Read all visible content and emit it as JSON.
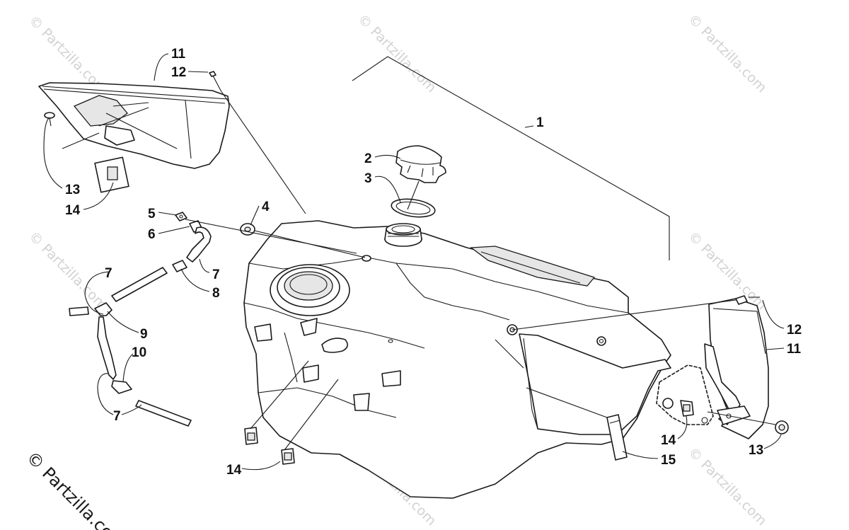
{
  "watermark": {
    "text": "© Partzilla.com"
  },
  "callouts": [
    {
      "id": "c1",
      "number": "1"
    },
    {
      "id": "c2",
      "number": "2"
    },
    {
      "id": "c3",
      "number": "3"
    },
    {
      "id": "c4",
      "number": "4"
    },
    {
      "id": "c5",
      "number": "5"
    },
    {
      "id": "c6",
      "number": "6"
    },
    {
      "id": "c7a",
      "number": "7"
    },
    {
      "id": "c7b",
      "number": "7"
    },
    {
      "id": "c7c",
      "number": "7"
    },
    {
      "id": "c8",
      "number": "8"
    },
    {
      "id": "c9",
      "number": "9"
    },
    {
      "id": "c10",
      "number": "10"
    },
    {
      "id": "c11a",
      "number": "11"
    },
    {
      "id": "c11b",
      "number": "11"
    },
    {
      "id": "c12a",
      "number": "12"
    },
    {
      "id": "c12b",
      "number": "12"
    },
    {
      "id": "c13a",
      "number": "13"
    },
    {
      "id": "c13b",
      "number": "13"
    },
    {
      "id": "c14a",
      "number": "14"
    },
    {
      "id": "c14b",
      "number": "14"
    },
    {
      "id": "c14c",
      "number": "14"
    },
    {
      "id": "c15",
      "number": "15"
    }
  ]
}
